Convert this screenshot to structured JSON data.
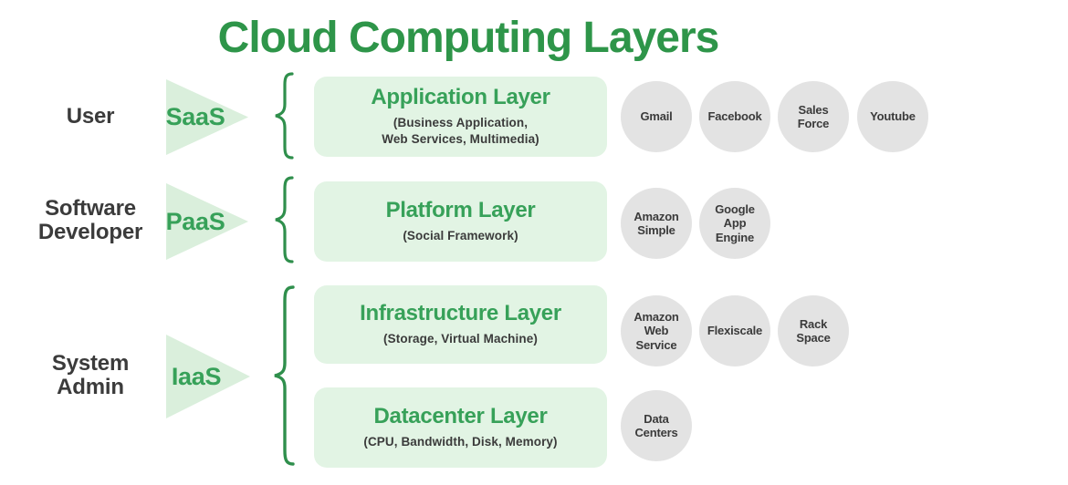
{
  "title": "Cloud Computing Layers",
  "roles": [
    {
      "label": "User"
    },
    {
      "label": "Software\nDeveloper"
    },
    {
      "label": "System\nAdmin"
    }
  ],
  "service_models": [
    {
      "label": "SaaS"
    },
    {
      "label": "PaaS"
    },
    {
      "label": "IaaS"
    }
  ],
  "layers": [
    {
      "title": "Application Layer",
      "subtitle": "(Business Application,\nWeb Services, Multimedia)",
      "examples": [
        "Gmail",
        "Facebook",
        "Sales\nForce",
        "Youtube"
      ]
    },
    {
      "title": "Platform Layer",
      "subtitle": "(Social Framework)",
      "examples": [
        "Amazon\nSimple",
        "Google\nApp\nEngine"
      ]
    },
    {
      "title": "Infrastructure Layer",
      "subtitle": "(Storage, Virtual Machine)",
      "examples": [
        "Amazon\nWeb\nService",
        "Flexiscale",
        "Rack\nSpace"
      ]
    },
    {
      "title": "Datacenter Layer",
      "subtitle": "(CPU, Bandwidth, Disk, Memory)",
      "examples": [
        "Data\nCenters"
      ]
    }
  ],
  "colors": {
    "page_bg": "#ffffff",
    "title_green": "#2e9549",
    "layer_green": "#37a159",
    "brace_green": "#2f8f4c",
    "box_bg": "#e2f4e4",
    "triangle_bg": "#daefdc",
    "circle_bg": "#e3e3e3",
    "dark_text": "#3b3b3b"
  }
}
